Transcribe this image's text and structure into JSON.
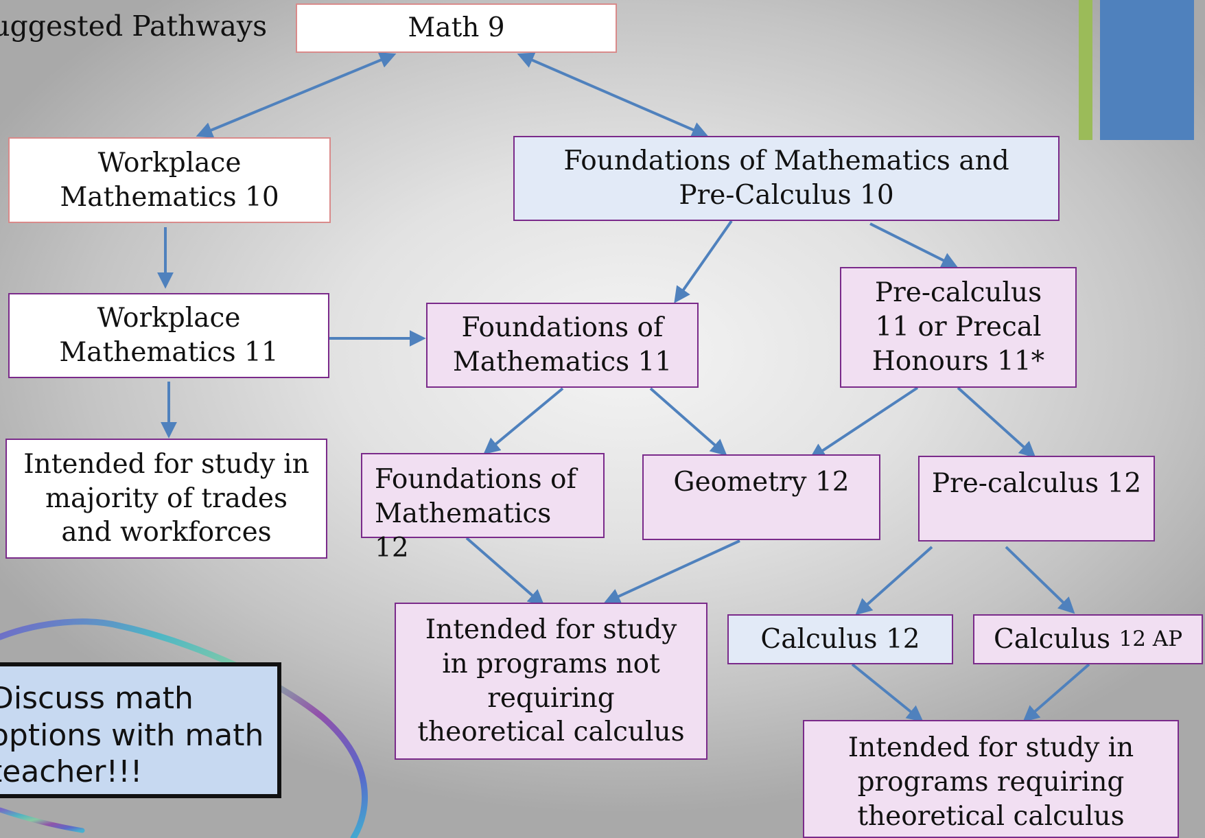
{
  "title": "Suggested Pathways",
  "nodes": {
    "math9": "Math 9",
    "workplace10": "Workplace Mathematics 10",
    "foundations_precalc10": "Foundations of Mathematics and Pre-Calculus 10",
    "workplace11": "Workplace Mathematics 11",
    "foundations11": "Foundations of Mathematics 11",
    "precalc11": "Pre-calculus 11 or Precal Honours 11*",
    "trades_note": "Intended for study in majority of trades and workforces",
    "foundations12": "Foundations of Mathematics 12",
    "geometry12": "Geometry 12",
    "precalc12": "Pre-calculus 12",
    "non_theoretical_note": "Intended for study in programs not requiring theoretical calculus",
    "calculus12": "Calculus 12",
    "calculus12ap_main": "Calculus",
    "calculus12ap_suffix": "12 AP",
    "theoretical_note": "Intended for study in programs requiring theoretical calculus"
  },
  "callout": "Discuss math options with math teacher!!!",
  "colors": {
    "arrow": "#4f81bd",
    "accent_green": "#9bbb59",
    "accent_blue": "#4f81bd",
    "box_lavender": "#f1dff2",
    "box_blue": "#e2eaf7",
    "callout_fill": "#c7d9f1"
  }
}
